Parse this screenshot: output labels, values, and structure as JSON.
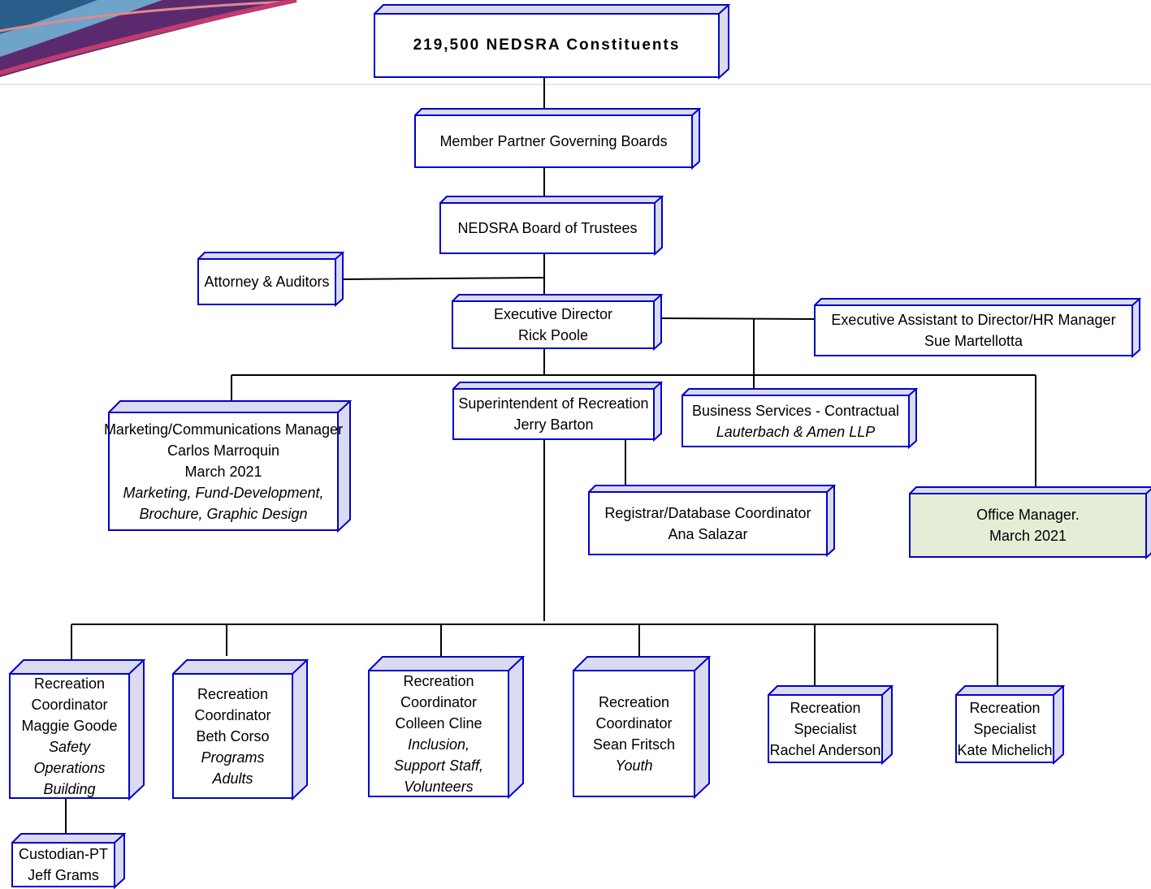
{
  "colors": {
    "border": "#0000cc",
    "depth": "#dadaf0",
    "highlight_fill": "#e5edd7",
    "line": "#000000"
  },
  "org": {
    "constituents": {
      "lines": [
        "219,500 NEDSRA Constituents"
      ]
    },
    "governing_boards": {
      "lines": [
        "Member Partner Governing Boards"
      ]
    },
    "trustees": {
      "lines": [
        "NEDSRA Board of Trustees"
      ]
    },
    "attorney": {
      "lines": [
        "Attorney & Auditors"
      ]
    },
    "executive_director": {
      "lines": [
        "Executive Director",
        "Rick Poole"
      ]
    },
    "executive_assistant": {
      "lines": [
        "Executive Assistant to Director/HR Manager",
        "Sue Martellotta"
      ]
    },
    "marketing_manager": {
      "lines": [
        "Marketing/Communications Manager",
        "Carlos Marroquin",
        "March 2021"
      ],
      "italic_lines": [
        "Marketing, Fund-Development,",
        "Brochure, Graphic Design"
      ]
    },
    "superintendent": {
      "lines": [
        "Superintendent of Recreation",
        "Jerry Barton"
      ]
    },
    "business_services": {
      "lines": [
        "Business Services - Contractual"
      ],
      "italic_lines": [
        "Lauterbach & Amen LLP"
      ]
    },
    "registrar": {
      "lines": [
        "Registrar/Database Coordinator",
        "Ana Salazar"
      ]
    },
    "office_manager": {
      "lines": [
        "Office Manager.",
        "March 2021"
      ]
    },
    "coord_goode": {
      "lines": [
        "Recreation",
        "Coordinator",
        "Maggie Goode"
      ],
      "italic_lines": [
        "Safety",
        "Operations",
        "Building"
      ]
    },
    "coord_corso": {
      "lines": [
        "Recreation",
        "Coordinator",
        "Beth Corso"
      ],
      "italic_lines": [
        "Programs",
        "Adults"
      ]
    },
    "coord_cline": {
      "lines": [
        "Recreation",
        "Coordinator",
        "Colleen Cline"
      ],
      "italic_lines": [
        "Inclusion,",
        "Support Staff,",
        "Volunteers"
      ]
    },
    "coord_fritsch": {
      "lines": [
        "Recreation",
        "Coordinator",
        "Sean Fritsch"
      ],
      "italic_lines": [
        "Youth"
      ]
    },
    "spec_anderson": {
      "lines": [
        "Recreation",
        "Specialist",
        "Rachel Anderson"
      ]
    },
    "spec_michelich": {
      "lines": [
        "Recreation",
        "Specialist",
        "Kate Michelich"
      ]
    },
    "custodian": {
      "lines": [
        "Custodian-PT",
        "Jeff Grams"
      ]
    }
  }
}
